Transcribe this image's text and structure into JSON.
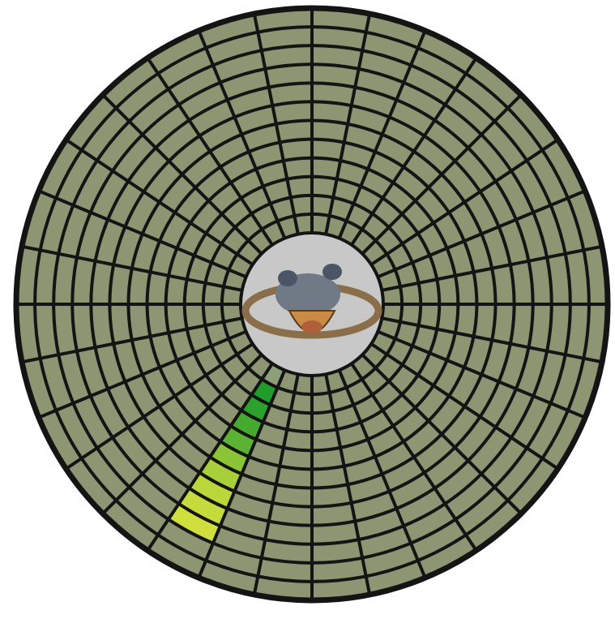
{
  "grid": {
    "ring_count": 12,
    "sector_count": 32,
    "base_cell_color": "#8d9573",
    "line_color": "#141414",
    "hub_color": "#c8c8c8",
    "lit_sector": 21,
    "lit_cells": [
      {
        "ring": 0,
        "color": "#8d9f78"
      },
      {
        "ring": 1,
        "color": "#1f9c2a"
      },
      {
        "ring": 2,
        "color": "#2aa22c"
      },
      {
        "ring": 3,
        "color": "#45aa2e"
      },
      {
        "ring": 4,
        "color": "#5cb232"
      },
      {
        "ring": 5,
        "color": "#8cc437"
      },
      {
        "ring": 6,
        "color": "#a6cf39"
      },
      {
        "ring": 7,
        "color": "#b9d63b"
      },
      {
        "ring": 8,
        "color": "#c5db3c"
      },
      {
        "ring": 9,
        "color": "#d0df3d"
      }
    ]
  },
  "hub_logo": {
    "icon": "cartoon-mascot-icon",
    "colors": {
      "ring": "#8a6e4a",
      "face": "#6f7a86",
      "hat": "#4a5566",
      "mouth": "#c98b45",
      "tongue": "#b06038"
    }
  }
}
